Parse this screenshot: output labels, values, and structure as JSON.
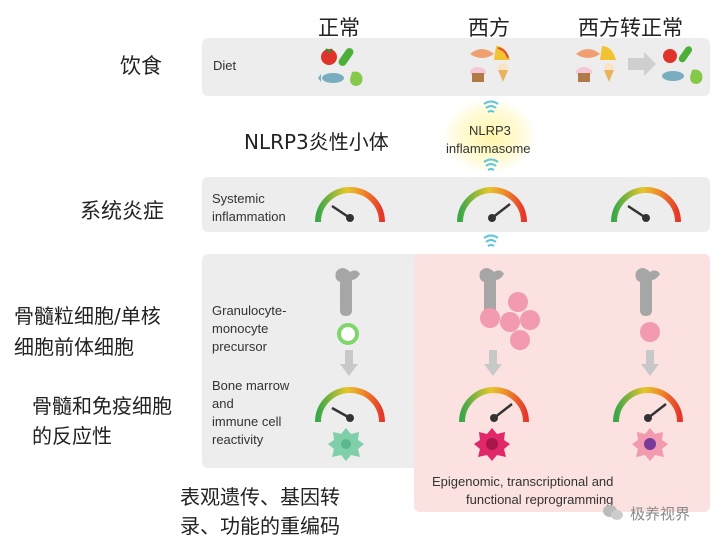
{
  "columns": {
    "normal": "正常",
    "western": "西方",
    "western_to_normal": "西方转正常"
  },
  "row_labels": {
    "diet": "饮食",
    "nlrp3": "NLRP3炎性小体",
    "systemic": "系统炎症",
    "precursor_line1": "骨髓粒细胞/单核",
    "precursor_line2": "细胞前体细胞",
    "reactivity_line1": "骨髓和免疫细胞",
    "reactivity_line2": "的反应性",
    "epigenomic_line1": "表观遗传、基因转",
    "epigenomic_line2": "录、功能的重编码"
  },
  "panel_labels": {
    "diet": "Diet",
    "nlrp3_line1": "NLRP3",
    "nlrp3_line2": "inflammasome",
    "systemic_line1": "Systemic",
    "systemic_line2": "inflammation",
    "precursor_line1": "Granulocyte-",
    "precursor_line2": "monocyte",
    "precursor_line3": "precursor",
    "reactivity_line1": "Bone marrow",
    "reactivity_line2": "and",
    "reactivity_line3": "immune cell",
    "reactivity_line4": "reactivity",
    "reprogramming_line1": "Epigenomic, transcriptional and",
    "reprogramming_line2": "functional reprogramming"
  },
  "watermark": "极养视界",
  "colors": {
    "panel_gray": "#ededed",
    "panel_pink": "#fbe1df",
    "cell_pink": "#f29ab0",
    "cell_green": "#7fcfa9",
    "wave_blue": "#5bc6de",
    "gauge_green": "#3aa84a",
    "gauge_red": "#e3382b"
  }
}
